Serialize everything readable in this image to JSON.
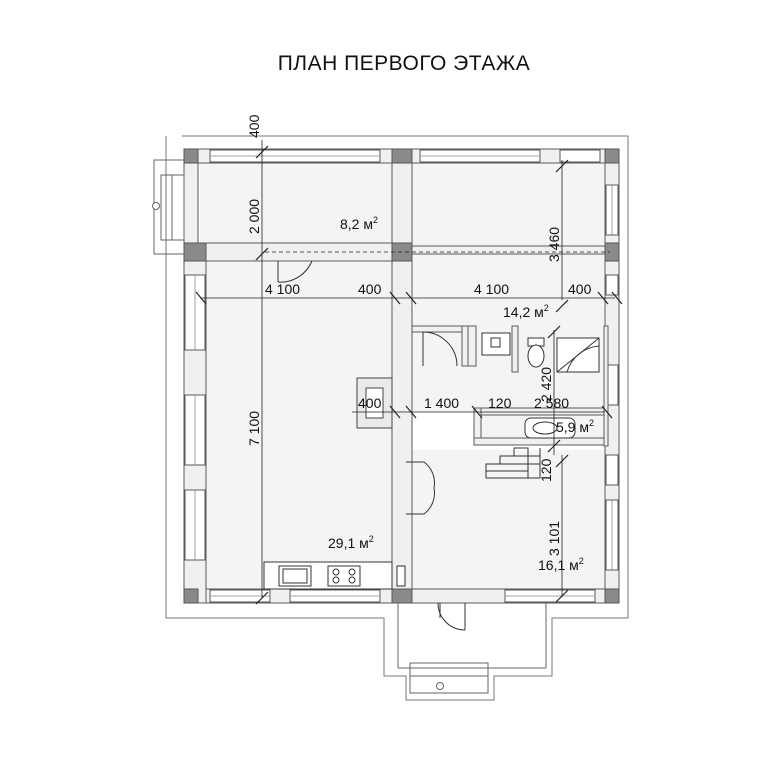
{
  "title": "ПЛАН ПЕРВОГО ЭТАЖА",
  "colors": {
    "wall_fill": "#eef1ee",
    "wall_stroke": "#5a5a5a",
    "column_fill": "#8a8a8a",
    "room_fill": "#f3f4f3",
    "line": "#222222"
  },
  "rooms": {
    "vestibule_area": "8,2 м",
    "hall_area": "14,2 м",
    "bath_area": "5,9 м",
    "living_area": "29,1 м",
    "kitchen_area": "16,1 м",
    "sq_sup": "2"
  },
  "dimensions": {
    "top_wall": "400",
    "vestibule_depth": "2 000",
    "left_span": "4 100",
    "mid_wall_a": "400",
    "right_span": "4 100",
    "right_wall": "400",
    "right_upper_depth": "3 460",
    "living_depth": "7 100",
    "stair_wall": "400",
    "corridor_width": "1 400",
    "partition_a": "120",
    "bath_width": "2 580",
    "bath_depth": "2 420",
    "partition_b": "120",
    "kitchen_depth": "3 101"
  },
  "icons": [
    "toilet-icon",
    "sink-icon",
    "stove-icon",
    "shower-icon",
    "stair-icon",
    "door-swing-icon",
    "window-icon"
  ]
}
